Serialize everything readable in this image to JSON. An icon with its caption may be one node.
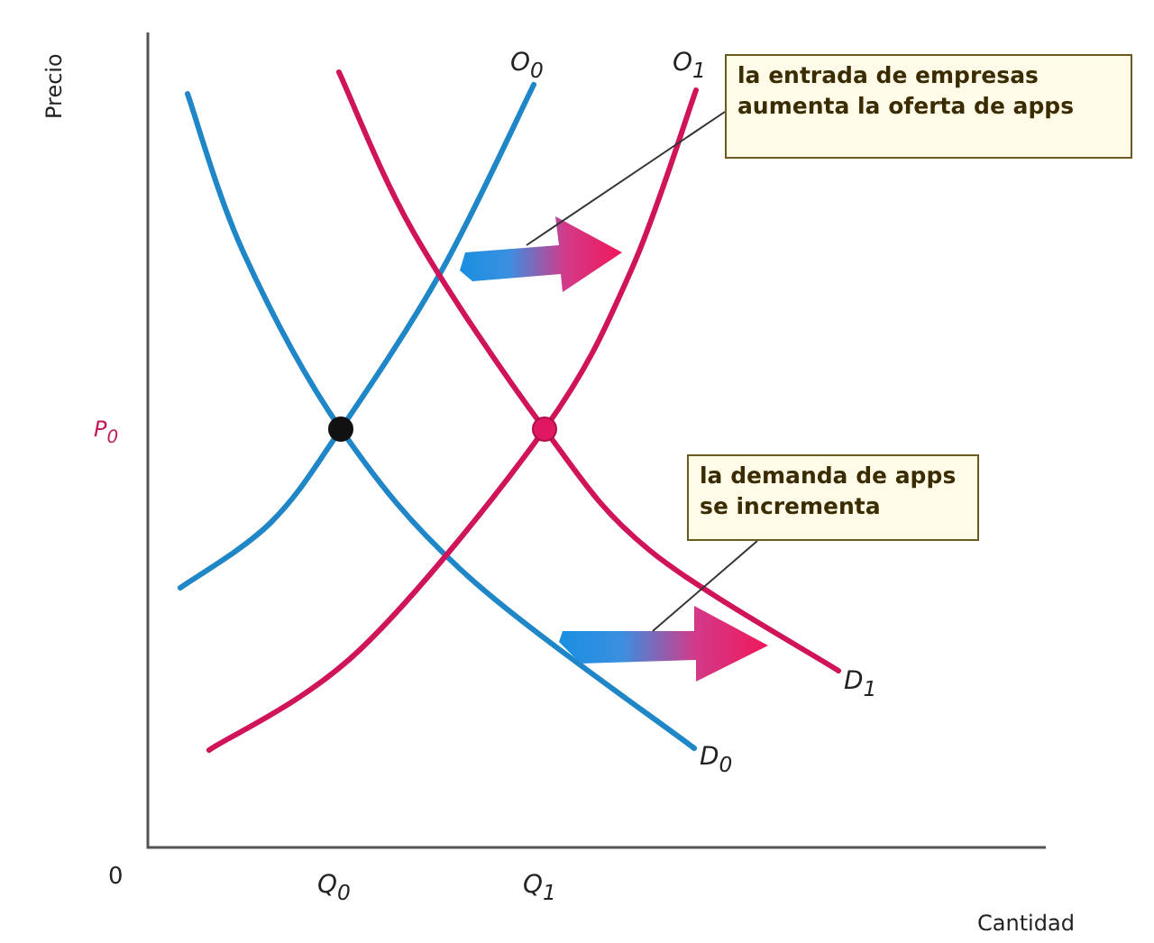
{
  "diagram": {
    "nodes": [
      {
        "text": [
          "la entrada de empresas aumenta la oferta de apps"
        ]
      },
      {
        "text": [],
        "shape": "arrow"
      },
      {
        "text": [
          "la demanda de apps se incrementa"
        ]
      },
      {
        "text": [],
        "shape": "arrow"
      }
    ],
    "edges": [
      {
        "from": 0,
        "to": 1,
        "arrow": "none"
      },
      {
        "from": 2,
        "to": 3,
        "arrow": "none"
      }
    ],
    "labels": [
      "Precio",
      "O$_{0}$",
      "O$_{1}$",
      "P$_{0}$",
      "D$_{1}$",
      "D$_{0}$",
      "0",
      "Q$_{0}$",
      "Q$_{1}$",
      "Cantidad"
    ]
  }
}
